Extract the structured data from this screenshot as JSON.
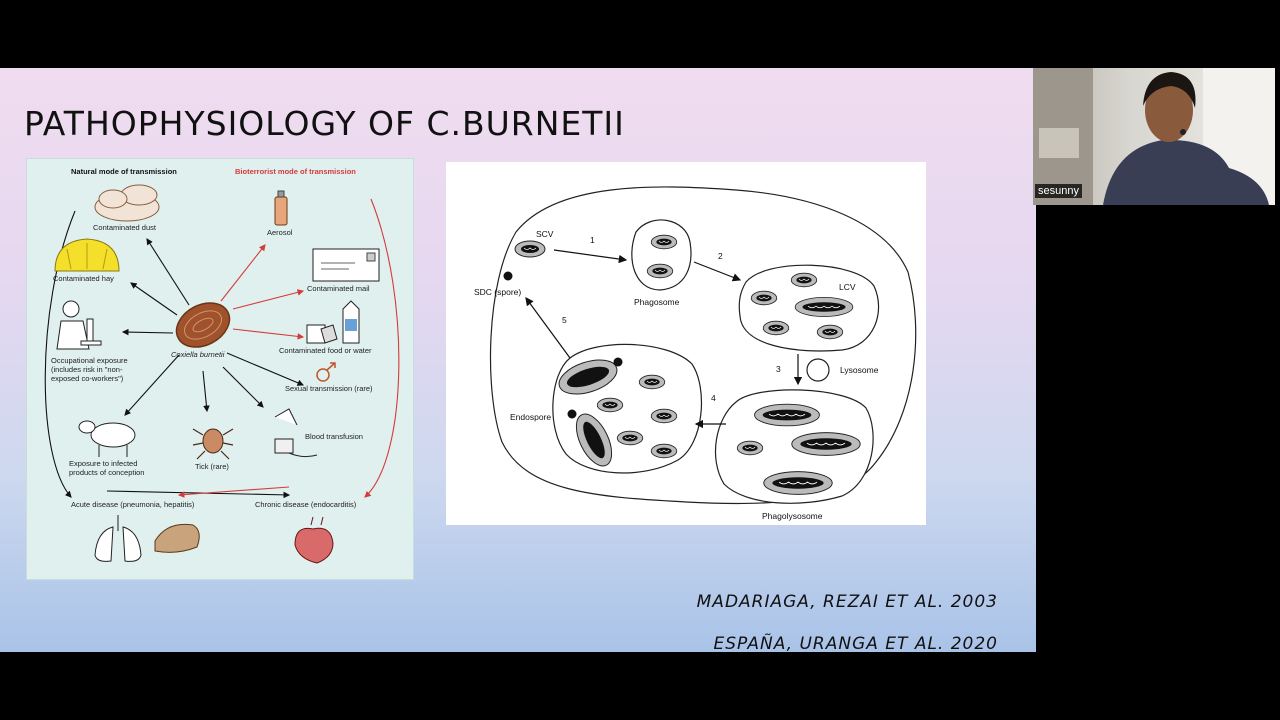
{
  "slide": {
    "title": "PATHOPHYSIOLOGY OF C.BURNETII",
    "references": [
      "MADARIAGA, REZAI ET AL. 2003",
      "ESPAÑA, URANGA ET AL. 2020"
    ]
  },
  "left_figure": {
    "natural_header": "Natural mode of transmission",
    "bioterrorist_header": "Bioterrorist mode of transmission",
    "center_label": "Coxiella burnetii",
    "items": {
      "dust": "Contaminated dust",
      "hay": "Contaminated hay",
      "occupational": [
        "Occupational exposure",
        "(includes risk in \"non-",
        "exposed co-workers\")"
      ],
      "conception": [
        "Exposure to infected",
        "products of conception"
      ],
      "tick": "Tick (rare)",
      "aerosol": "Aerosol",
      "mail": "Contaminated mail",
      "food": "Contaminated food or water",
      "sexual": "Sexual transmission (rare)",
      "blood": "Blood transfusion",
      "acute": "Acute disease (pneumonia, hepatitis)",
      "chronic": "Chronic disease (endocarditis)"
    },
    "colors": {
      "natural": "#111111",
      "bioterrorist": "#d63a3a"
    }
  },
  "right_figure": {
    "labels": {
      "scv": "SCV",
      "sdc": "SDC (spore)",
      "phagosome": "Phagosome",
      "lcv": "LCV",
      "lysosome": "Lysosome",
      "endospore": "Endospore",
      "phagolysosome": "Phagolysosome"
    },
    "steps": [
      "1",
      "2",
      "3",
      "4",
      "5"
    ]
  },
  "webcam": {
    "participant": "sesunny"
  }
}
